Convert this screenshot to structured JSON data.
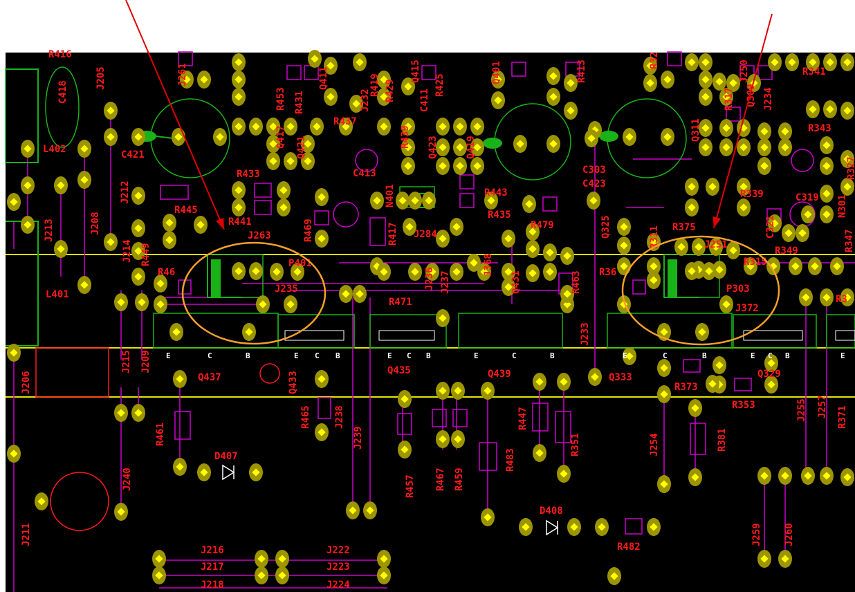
{
  "colors": {
    "board_bg": "#000000",
    "page_bg": "#ffffff",
    "pad": "#9c9400",
    "pad_hole": "#ffff00",
    "silk_label": "#ff1a1a",
    "trace_magenta": "#cc00cc",
    "trace_green": "#19b219",
    "rail_yellow": "#e6e600",
    "highlight_orange": "#f5a02a",
    "arrow_red": "#e00000"
  },
  "annotations": {
    "callouts": [
      {
        "target_label": "P401",
        "shape": "ellipse"
      },
      {
        "target_label": "P303",
        "shape": "ellipse"
      }
    ]
  },
  "labels": [
    "R416",
    "J205",
    "C418",
    "L402",
    "C421",
    "J261",
    "R453",
    "R431",
    "Q417",
    "Q421",
    "R437",
    "Q411",
    "J232",
    "R419",
    "R429",
    "Q415",
    "C411",
    "R425",
    "Q423",
    "R439",
    "Q419",
    "C413",
    "Q401",
    "R413",
    "R433",
    "R441",
    "R445",
    "J212",
    "J208",
    "J213",
    "J214",
    "R449",
    "R469",
    "R417",
    "N401",
    "R443",
    "R435",
    "R479",
    "J284",
    "R32",
    "Q311",
    "C303",
    "C423",
    "Q325",
    "R339",
    "C319",
    "N301",
    "R341",
    "R343",
    "R327",
    "R347",
    "R375",
    "C321",
    "R349",
    "R311",
    "J250",
    "J251",
    "R315",
    "Q309",
    "R317",
    "J234",
    "J263",
    "P401",
    "J235",
    "R471",
    "J236",
    "J237",
    "J368",
    "Q431",
    "R463",
    "R46",
    "L401",
    "P303",
    "J372",
    "R36",
    "R3",
    "J206",
    "J215",
    "J209",
    "Q437",
    "Q433",
    "Q435",
    "Q439",
    "J233",
    "Q333",
    "R373",
    "Q329",
    "R353",
    "R461",
    "R465",
    "J238",
    "J239",
    "R457",
    "R467",
    "R459",
    "R483",
    "R447",
    "R351",
    "J254",
    "R381",
    "J255",
    "J257",
    "R371",
    "J240",
    "D407",
    "J211",
    "D408",
    "R482",
    "J259",
    "J260",
    "J216",
    "J217",
    "J218",
    "J222",
    "J223",
    "J224"
  ],
  "transistor_pins": [
    "E",
    "C",
    "B"
  ]
}
